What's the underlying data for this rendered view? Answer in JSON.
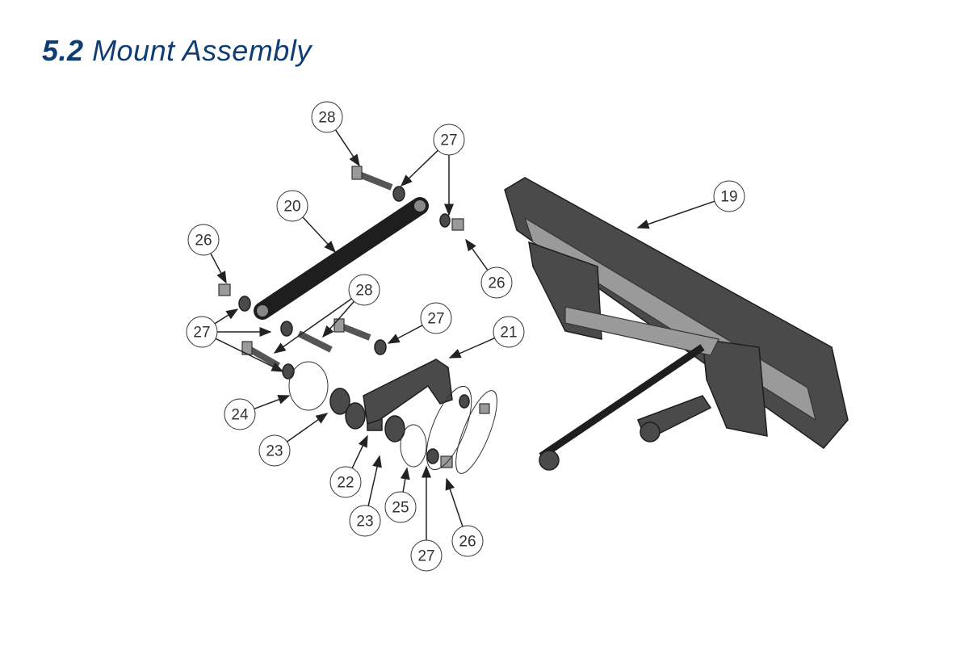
{
  "title": {
    "number": "5.2",
    "text": "Mount Assembly"
  },
  "callouts": [
    "28",
    "27",
    "20",
    "19",
    "26",
    "26",
    "28",
    "27",
    "27",
    "21",
    "24",
    "23",
    "22",
    "23",
    "25",
    "27",
    "26"
  ]
}
